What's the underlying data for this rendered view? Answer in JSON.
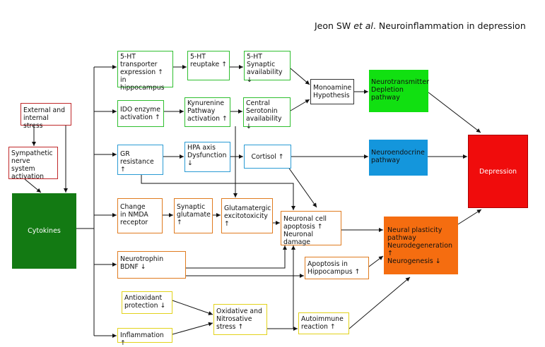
{
  "header": {
    "author": "Jeon SW",
    "etal": "et al",
    "suffix": ". Neuroinflammation in depression"
  },
  "boxes": {
    "ht_transporter": "5-HT\ntransporter\nexpression ↑\nin hippocampus",
    "ht_reuptake": "5-HT\nreuptake ↑",
    "ht_synaptic": "5-HT\nSynaptic\navailability ↓",
    "monoamine": "Monoamine\nHypothesis",
    "neurotransmitter": "Neurotransmitter\nDepletion\npathway",
    "external_stress": "External and\ninternal stress",
    "ido": "IDO enzyme\nactivation ↑",
    "kynurenine": "Kynurenine\nPathway\nactivation ↑",
    "central_serotonin": "Central\nSerotonin\navailability ↓",
    "sympathetic": "Sympathetic\nnerve system\nactivation",
    "gr": "GR\nresistance ↑",
    "hpa": "HPA axis\nDysfunction\n↓",
    "cortisol": "Cortisol ↑",
    "neuroendocrine": "Neuroendocrine\npathway",
    "depression": "Depression",
    "cytokines": "Cytokines",
    "nmda": "Change\nin NMDA\nreceptor",
    "synaptic_glutamate": "Synaptic\nglutamate\n↑",
    "glutamatergic": "Glutamatergic\nexcitotoxicity ↑",
    "neuronal_apoptosis": "Neuronal cell\napoptosis ↑\nNeuronal damage",
    "neural_plasticity": "Neural plasticity\npathway\nNeurodegeneration ↑\nNeurogenesis ↓",
    "bdnf": "Neurotrophin\nBDNF ↓",
    "apoptosis_hippo": "Apoptosis in\nHippocampus ↑",
    "antioxidant": "Antioxidant\nprotection ↓",
    "oxidative": "Oxidative and\nNitrosative\nstress ↑",
    "autoimmune": "Autoimmune\nreaction ↑",
    "inflammation": "Inflammation ↑"
  },
  "colors": {
    "green_border": "#2fbf2f",
    "red_border": "#c0282a",
    "blue_border": "#2a9bd4",
    "orange_border": "#e07b1f",
    "yellow_border": "#e2d21a",
    "cytokines_fill": "#137a13",
    "neurotransmitter_fill": "#11e011",
    "neuroendocrine_fill": "#1496dc",
    "depression_fill": "#f00c0c",
    "neural_plasticity_fill": "#f56d10"
  }
}
